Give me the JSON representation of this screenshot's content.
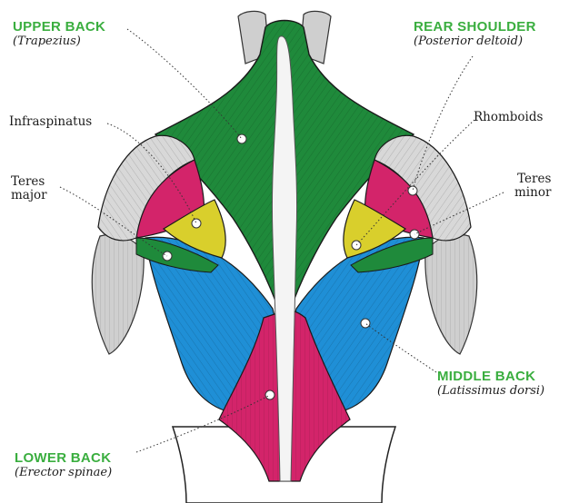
{
  "labels": {
    "upper_back": {
      "title": "UPPER BACK",
      "muscle": "(Trapezius)"
    },
    "rear_shoulder": {
      "title": "REAR SHOULDER",
      "muscle": "(Posterior deltoid)"
    },
    "infraspinatus": "Infraspinatus",
    "rhomboids": "Rhomboids",
    "teres_major": {
      "line1": "Teres",
      "line2": "major"
    },
    "teres_minor": {
      "line1": "Teres",
      "line2": "minor"
    },
    "middle_back": {
      "title": "MIDDLE BACK",
      "muscle": "(Latissimus dorsi)"
    },
    "lower_back": {
      "title": "LOWER BACK",
      "muscle": "(Erector spinae)"
    }
  },
  "colors": {
    "label_green": "#3aae3f",
    "trapezius": "#1f8a3b",
    "latissimus": "#1f8fd6",
    "erector": "#d3246a",
    "yellow_muscle": "#d9cf2c",
    "rear_deltoid": "#d8d8d8"
  }
}
